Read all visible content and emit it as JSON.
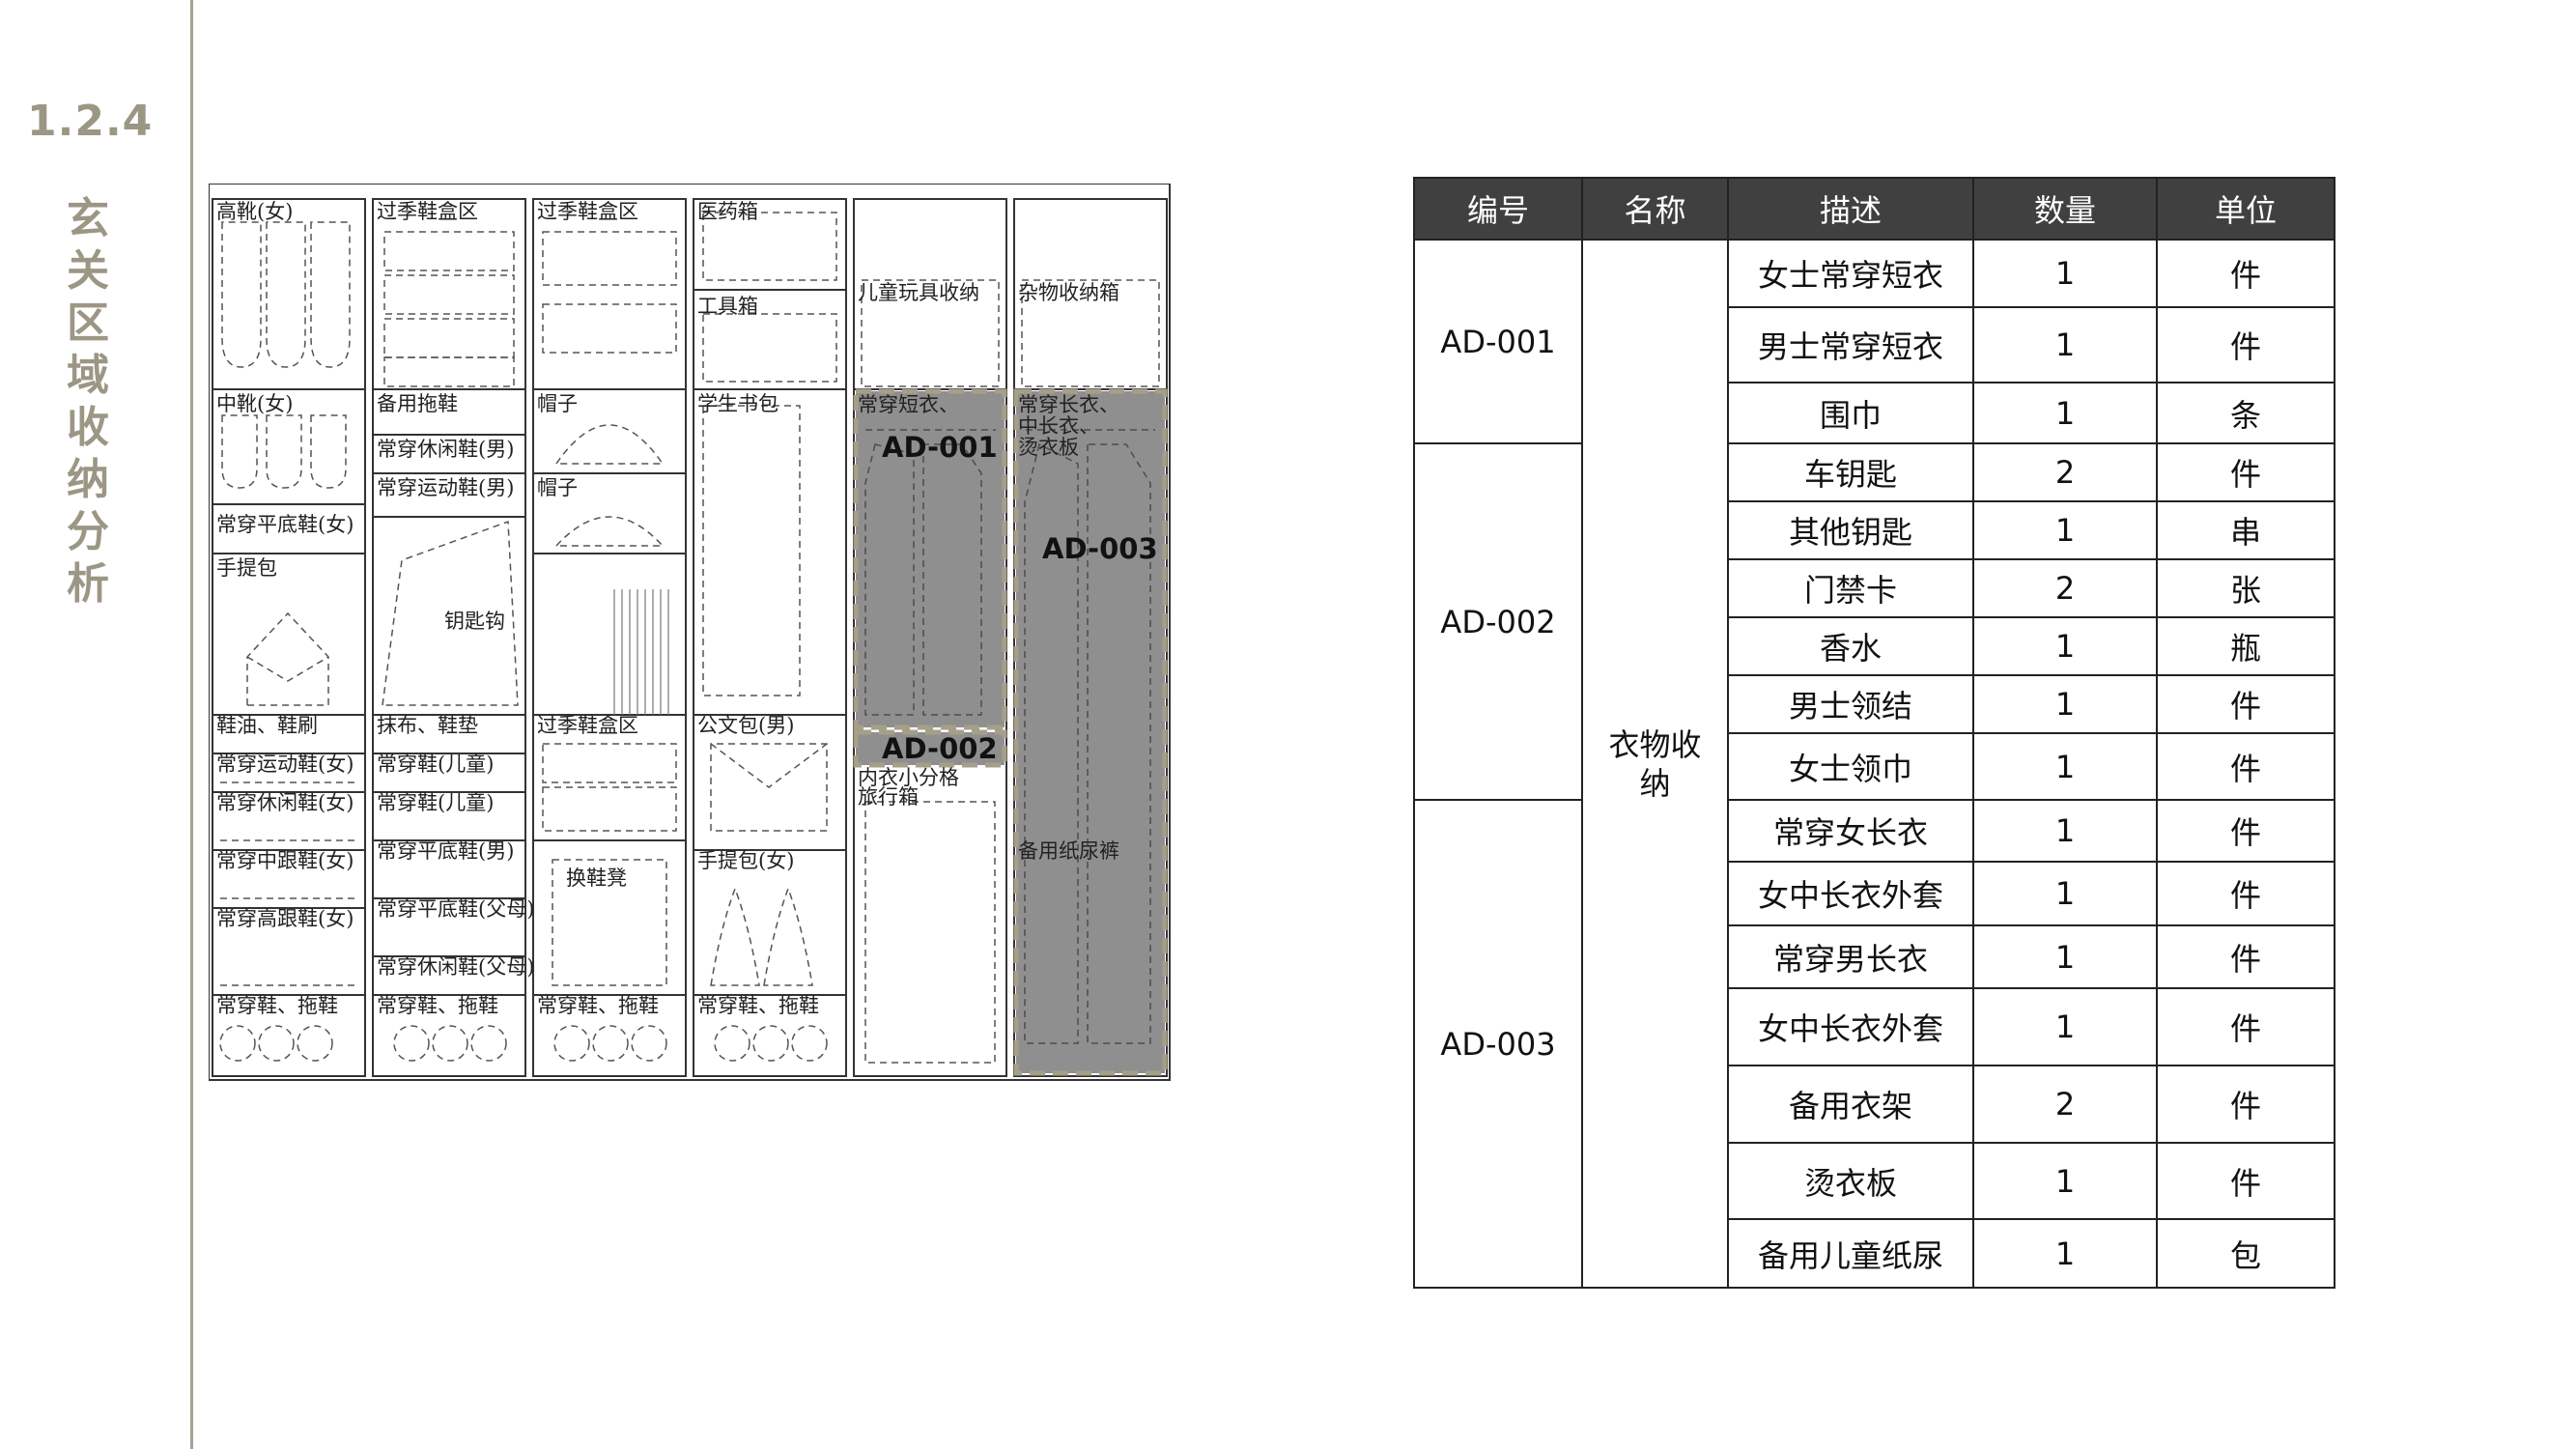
{
  "section_number": "1.2.4",
  "section_title_chars": [
    "玄",
    "关",
    "区",
    "域",
    "收",
    "纳",
    "分",
    "析"
  ],
  "colors": {
    "accent": "#9c9684",
    "header_bg": "#404040",
    "highlight": "#8f8f8f"
  },
  "drawing": {
    "col1": [
      "高靴(女)",
      "中靴(女)",
      "常穿平底鞋(女)",
      "手提包",
      "鞋油、鞋刷",
      "常穿运动鞋(女)",
      "常穿休闲鞋(女)",
      "常穿中跟鞋(女)",
      "常穿高跟鞋(女)",
      "常穿鞋、拖鞋"
    ],
    "col2": [
      "过季鞋盒区",
      "备用拖鞋",
      "常穿休闲鞋(男)",
      "常穿运动鞋(男)",
      "钥匙钩",
      "抹布、鞋垫",
      "常穿鞋(儿童)",
      "常穿鞋(儿童)",
      "常穿平底鞋(男)",
      "常穿平底鞋(父母)",
      "常穿休闲鞋(父母)",
      "常穿鞋、拖鞋"
    ],
    "col3": [
      "过季鞋盒区",
      "帽子",
      "帽子",
      "过季鞋盒区",
      "换鞋凳",
      "常穿鞋、拖鞋"
    ],
    "col4": [
      "医药箱",
      "工具箱",
      "学生书包",
      "公文包(男)",
      "手提包(女)",
      "常穿鞋、拖鞋"
    ],
    "col5": [
      "儿童玩具收纳",
      "常穿短衣、",
      "内衣小分格",
      "旅行箱"
    ],
    "col6": [
      "杂物收纳箱",
      "常穿长衣、",
      "中长衣、",
      "烫衣板",
      "备用纸尿裤"
    ],
    "ad_labels": [
      "AD-001",
      "AD-002",
      "AD-003"
    ]
  },
  "table": {
    "headers": [
      "编号",
      "名称",
      "描述",
      "数量",
      "单位"
    ],
    "category": "衣物收纳",
    "groups": [
      {
        "code": "AD-001",
        "rows": [
          {
            "desc": "女士常穿短衣",
            "qty": "1",
            "unit": "件"
          },
          {
            "desc": "男士常穿短衣",
            "qty": "1",
            "unit": "件"
          },
          {
            "desc": "围巾",
            "qty": "1",
            "unit": "条"
          }
        ]
      },
      {
        "code": "AD-002",
        "rows": [
          {
            "desc": "车钥匙",
            "qty": "2",
            "unit": "件"
          },
          {
            "desc": "其他钥匙",
            "qty": "1",
            "unit": "串"
          },
          {
            "desc": "门禁卡",
            "qty": "2",
            "unit": "张"
          },
          {
            "desc": "香水",
            "qty": "1",
            "unit": "瓶"
          },
          {
            "desc": "男士领结",
            "qty": "1",
            "unit": "件"
          },
          {
            "desc": "女士领巾",
            "qty": "1",
            "unit": "件"
          }
        ]
      },
      {
        "code": "AD-003",
        "rows": [
          {
            "desc": "常穿女长衣",
            "qty": "1",
            "unit": "件"
          },
          {
            "desc": "女中长衣外套",
            "qty": "1",
            "unit": "件"
          },
          {
            "desc": "常穿男长衣",
            "qty": "1",
            "unit": "件"
          },
          {
            "desc": "女中长衣外套",
            "qty": "1",
            "unit": "件"
          },
          {
            "desc": "备用衣架",
            "qty": "2",
            "unit": "件"
          },
          {
            "desc": "烫衣板",
            "qty": "1",
            "unit": "件"
          },
          {
            "desc": "备用儿童纸尿",
            "qty": "1",
            "unit": "包"
          }
        ]
      }
    ]
  }
}
